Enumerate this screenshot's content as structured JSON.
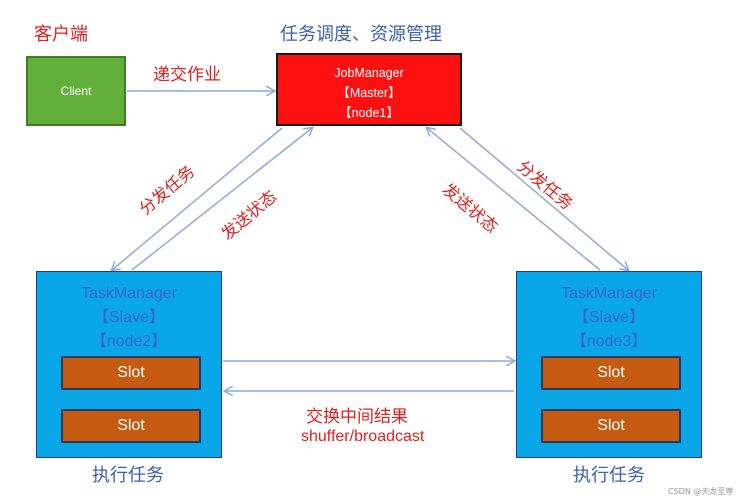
{
  "labels": {
    "client_role": "客户端",
    "master_role": "任务调度、资源管理",
    "submit_job": "递交作业",
    "dispatch_left": "分发任务",
    "status_left": "发送状态",
    "status_right": "发送状态",
    "dispatch_right": "分发任务",
    "exchange_title": "交换中间结果",
    "exchange_sub": "shuffer/broadcast",
    "execute_left": "执行任务",
    "execute_right": "执行任务",
    "watermark": "CSDN @天龙至尊"
  },
  "client": {
    "name": "Client"
  },
  "jobmanager": {
    "line1": "JobManager",
    "line2": "【Master】",
    "line3": "【node1】"
  },
  "taskmanagers": [
    {
      "line1": "TaskManager",
      "line2": "【Slave】",
      "line3": "【node2】",
      "slots": [
        "Slot",
        "Slot"
      ]
    },
    {
      "line1": "TaskManager",
      "line2": "【Slave】",
      "line3": "【node3】",
      "slots": [
        "Slot",
        "Slot"
      ]
    }
  ],
  "colors": {
    "client": "#62b03a",
    "jobmanager": "#ff1010",
    "taskmanager": "#0aa7e8",
    "slot": "#c55a11",
    "arrow": "#8eaadb",
    "red_text": "#e02020",
    "blue_text": "#3b5fb5"
  }
}
